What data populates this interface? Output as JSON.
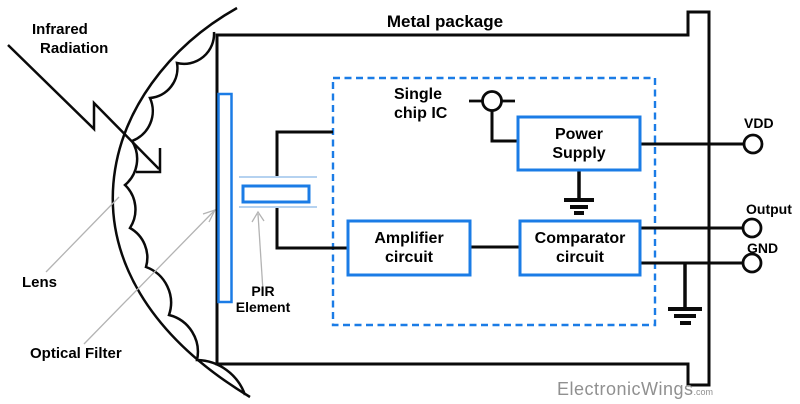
{
  "diagram": {
    "type": "block-diagram",
    "subject": "PIR sensor internal construction"
  },
  "labels": {
    "infrared": {
      "line1": "Infrared",
      "line2": "Radiation"
    },
    "lens": "Lens",
    "optical_filter": "Optical Filter",
    "pir_element": {
      "line1": "PIR",
      "line2": "Element"
    },
    "metal_package": "Metal package",
    "single_chip_ic": {
      "line1": "Single",
      "line2": "chip IC"
    }
  },
  "blocks": {
    "power_supply": {
      "line1": "Power",
      "line2": "Supply"
    },
    "amplifier": {
      "line1": "Amplifier",
      "line2": "circuit"
    },
    "comparator": {
      "line1": "Comparator",
      "line2": "circuit"
    }
  },
  "pins": {
    "vdd": "VDD",
    "output": "Output",
    "gnd": "GND"
  },
  "watermark": {
    "brand": "ElectronicWings",
    "tld": ".com"
  },
  "colors": {
    "accent_blue": "#1b7ce6",
    "faint_blue": "#b5d2f0",
    "wire_black": "#0a0a0a",
    "leader_gray": "#b3b3b3",
    "watermark_gray": "#909090"
  }
}
